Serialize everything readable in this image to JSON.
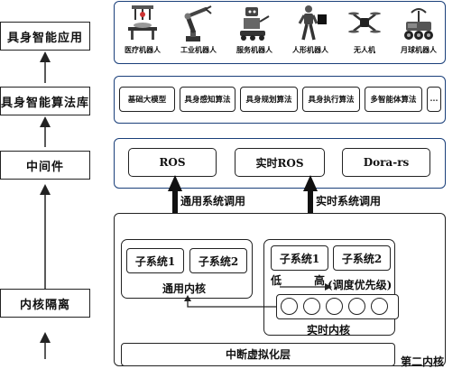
{
  "layers": [
    {
      "label": "具身智能应用"
    },
    {
      "label": "具身智能算法库"
    },
    {
      "label": "中间件"
    },
    {
      "label": "内核隔离"
    }
  ],
  "robots": [
    {
      "label": "医疗机器人",
      "icon": "medical-robot-icon"
    },
    {
      "label": "工业机器人",
      "icon": "industrial-robot-arm-icon"
    },
    {
      "label": "服务机器人",
      "icon": "service-robot-icon"
    },
    {
      "label": "人形机器人",
      "icon": "humanoid-robot-icon"
    },
    {
      "label": "无人机",
      "icon": "drone-icon"
    },
    {
      "label": "月球机器人",
      "icon": "lunar-rover-icon"
    }
  ],
  "algorithms": [
    "基础大模型",
    "具身感知算法",
    "具身规划算法",
    "具身执行算法",
    "多智能体算法",
    "..."
  ],
  "middleware": [
    "ROS",
    "实时ROS",
    "Dora-rs"
  ],
  "calls": {
    "general": "通用系统调用",
    "realtime": "实时系统调用"
  },
  "kernel": {
    "general_subsystems": [
      "子系统1",
      "子系统2"
    ],
    "general_label": "通用内核",
    "realtime_subsystems": [
      "子系统1",
      "子系统2"
    ],
    "priority_low": "低",
    "priority_high": "高",
    "priority_label": "(调度优先级)",
    "realtime_label": "实时内核",
    "interrupt_layer": "中断虚拟化层",
    "cut_text": "第二内核"
  }
}
